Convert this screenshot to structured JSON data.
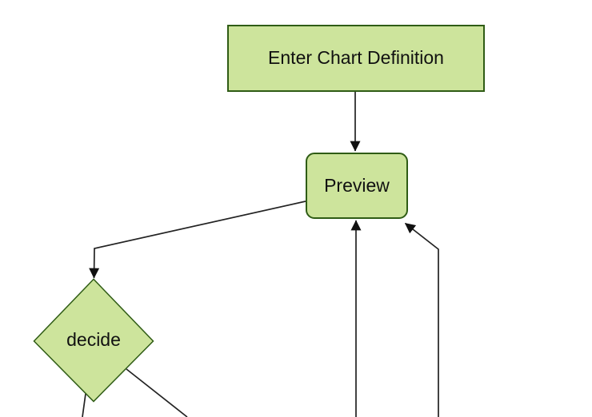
{
  "diagram": {
    "type": "flowchart",
    "direction": "top-down",
    "nodes": [
      {
        "id": "A",
        "label": "Enter Chart Definition",
        "shape": "rectangle"
      },
      {
        "id": "B",
        "label": "Preview",
        "shape": "rounded-rectangle"
      },
      {
        "id": "C",
        "label": "decide",
        "shape": "diamond"
      }
    ],
    "edges": [
      {
        "from": "A",
        "to": "B",
        "arrowhead": true
      },
      {
        "from": "B",
        "to": "C",
        "arrowhead": true
      },
      {
        "from": "C",
        "to": "offscreen-bottom-left",
        "arrowhead": false
      },
      {
        "from": "C",
        "to": "offscreen-bottom-right",
        "arrowhead": false
      },
      {
        "from": "offscreen-bottom-middle",
        "to": "B",
        "arrowhead": true
      },
      {
        "from": "offscreen-bottom-right",
        "to": "B",
        "arrowhead": true
      }
    ],
    "colors": {
      "node_fill": "#cde49c",
      "node_border": "#2f5c15",
      "edge_line": "#222222",
      "arrowhead": "#111111",
      "text": "#111111",
      "background": "#ffffff"
    }
  }
}
